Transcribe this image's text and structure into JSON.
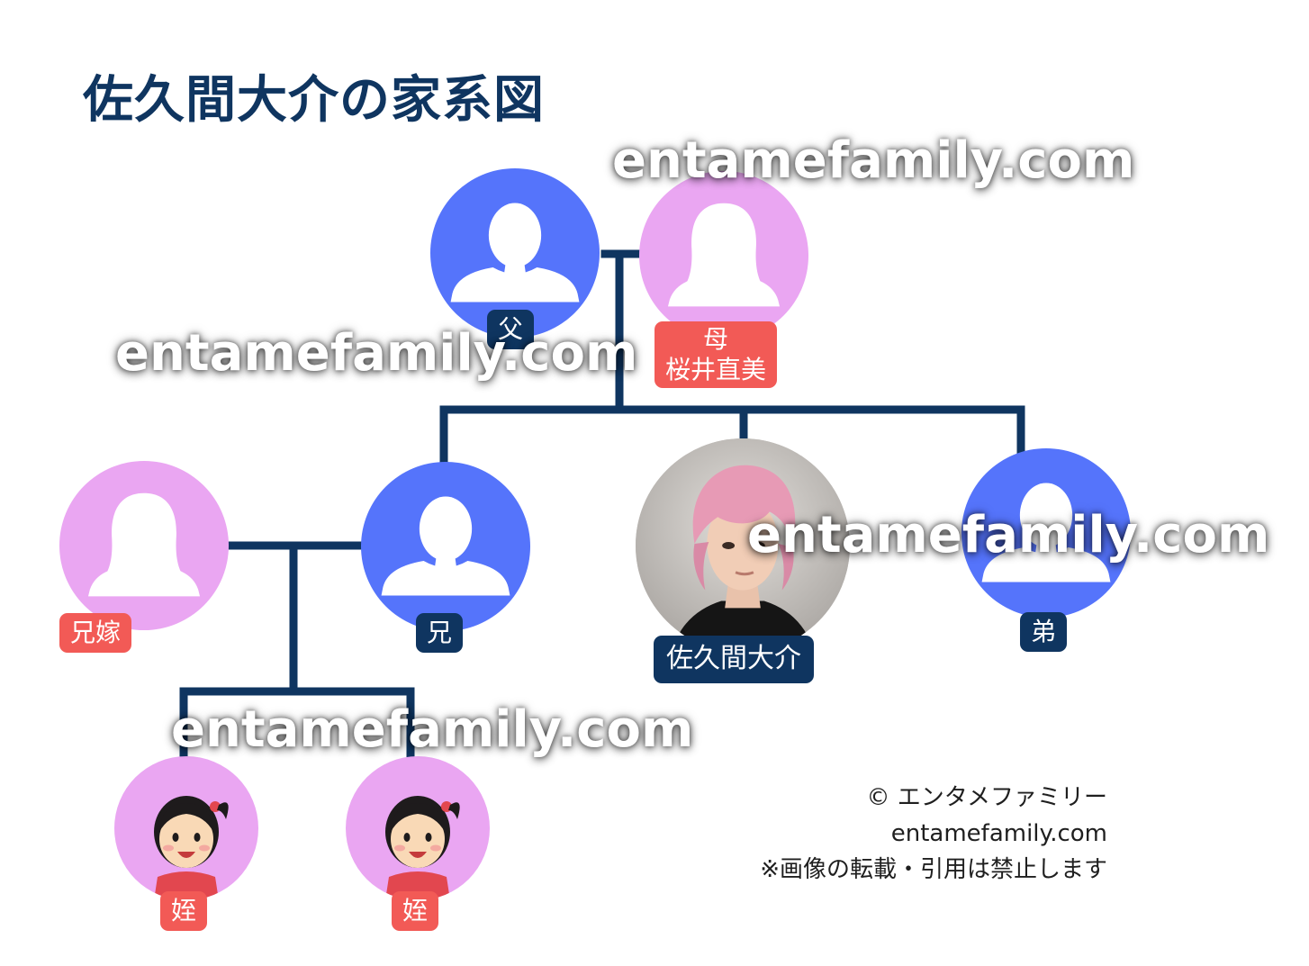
{
  "title": "佐久間大介の家系図",
  "watermark": "entamefamily.com",
  "colors": {
    "male": "#5574fb",
    "female": "#eaa6f2",
    "navy": "#0f3560",
    "red": "#f25a56",
    "line": "#0f3560"
  },
  "members": {
    "father": {
      "label": "父",
      "icon": "male-silhouette-icon"
    },
    "mother": {
      "label_role": "母",
      "label_name": "桜井直美",
      "icon": "female-silhouette-icon"
    },
    "brother": {
      "label": "兄",
      "icon": "male-silhouette-icon"
    },
    "brother_wife": {
      "label": "兄嫁",
      "icon": "female-silhouette-icon"
    },
    "self": {
      "label": "佐久間大介",
      "icon": "portrait-photo"
    },
    "younger_brother": {
      "label": "弟",
      "icon": "male-silhouette-icon"
    },
    "niece1": {
      "label": "姪",
      "icon": "girl-illustration-icon"
    },
    "niece2": {
      "label": "姪",
      "icon": "girl-illustration-icon"
    }
  },
  "credit": {
    "line1": "© エンタメファミリー",
    "line2": "entamefamily.com",
    "line3": "※画像の転載・引用は禁止します"
  }
}
